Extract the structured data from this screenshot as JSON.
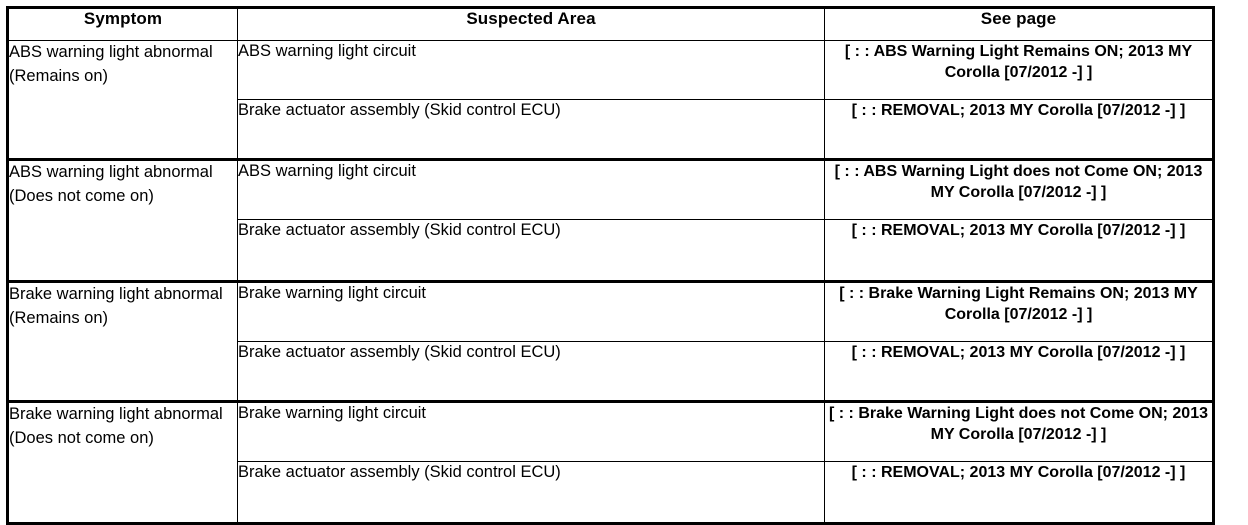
{
  "table": {
    "headers": {
      "symptom": "Symptom",
      "suspected_area": "Suspected Area",
      "see_page": "See page"
    },
    "groups": [
      {
        "symptom": "ABS warning light abnormal (Remains on)",
        "rows": [
          {
            "suspected_area": "ABS warning light circuit",
            "see_page": "[ : : ABS Warning Light Remains ON; 2013 MY Corolla [07/2012 -] ]"
          },
          {
            "suspected_area": "Brake actuator assembly (Skid control ECU)",
            "see_page": "[ : : REMOVAL; 2013 MY Corolla [07/2012 -] ]"
          }
        ]
      },
      {
        "symptom": "ABS warning light abnormal (Does not come on)",
        "rows": [
          {
            "suspected_area": "ABS warning light circuit",
            "see_page": "[ : : ABS Warning Light does not Come ON; 2013 MY Corolla [07/2012 -] ]"
          },
          {
            "suspected_area": "Brake actuator assembly (Skid control ECU)",
            "see_page": "[ : : REMOVAL; 2013 MY Corolla [07/2012 -] ]"
          }
        ]
      },
      {
        "symptom": "Brake warning light abnormal (Remains on)",
        "rows": [
          {
            "suspected_area": "Brake warning light circuit",
            "see_page": "[ : : Brake Warning Light Remains ON; 2013 MY Corolla [07/2012 -] ]"
          },
          {
            "suspected_area": "Brake actuator assembly (Skid control ECU)",
            "see_page": "[ : : REMOVAL; 2013 MY Corolla [07/2012 -] ]"
          }
        ]
      },
      {
        "symptom": "Brake warning light abnormal (Does not come on)",
        "rows": [
          {
            "suspected_area": "Brake warning light circuit",
            "see_page": "[ : : Brake Warning Light does not Come ON; 2013 MY Corolla [07/2012 -] ]"
          },
          {
            "suspected_area": "Brake actuator assembly (Skid control ECU)",
            "see_page": "[ : : REMOVAL; 2013 MY Corolla [07/2012 -] ]"
          }
        ]
      }
    ]
  },
  "colors": {
    "border": "#000000",
    "text": "#000000",
    "background": "#ffffff"
  }
}
